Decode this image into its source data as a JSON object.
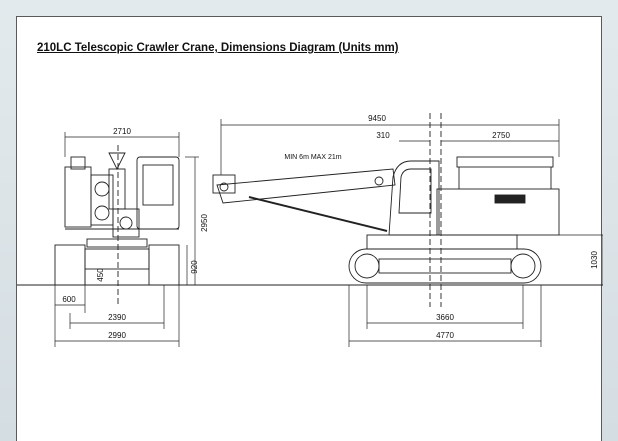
{
  "title": "210LC Telescopic Crawler Crane, Dimensions Diagram (Units mm)",
  "boom_note": "MIN 6m MAX 21m",
  "front_view": {
    "top_width": "2710",
    "height": "2950",
    "upper_height": "920",
    "clearance": "450",
    "track_width": "600",
    "track_gauge": "2390",
    "overall_width": "2990"
  },
  "side_view": {
    "overall_length": "9450",
    "slew_offset": "310",
    "tail_length": "2750",
    "upper_height": "1030",
    "tumbler_distance": "3660",
    "track_length": "4770"
  }
}
